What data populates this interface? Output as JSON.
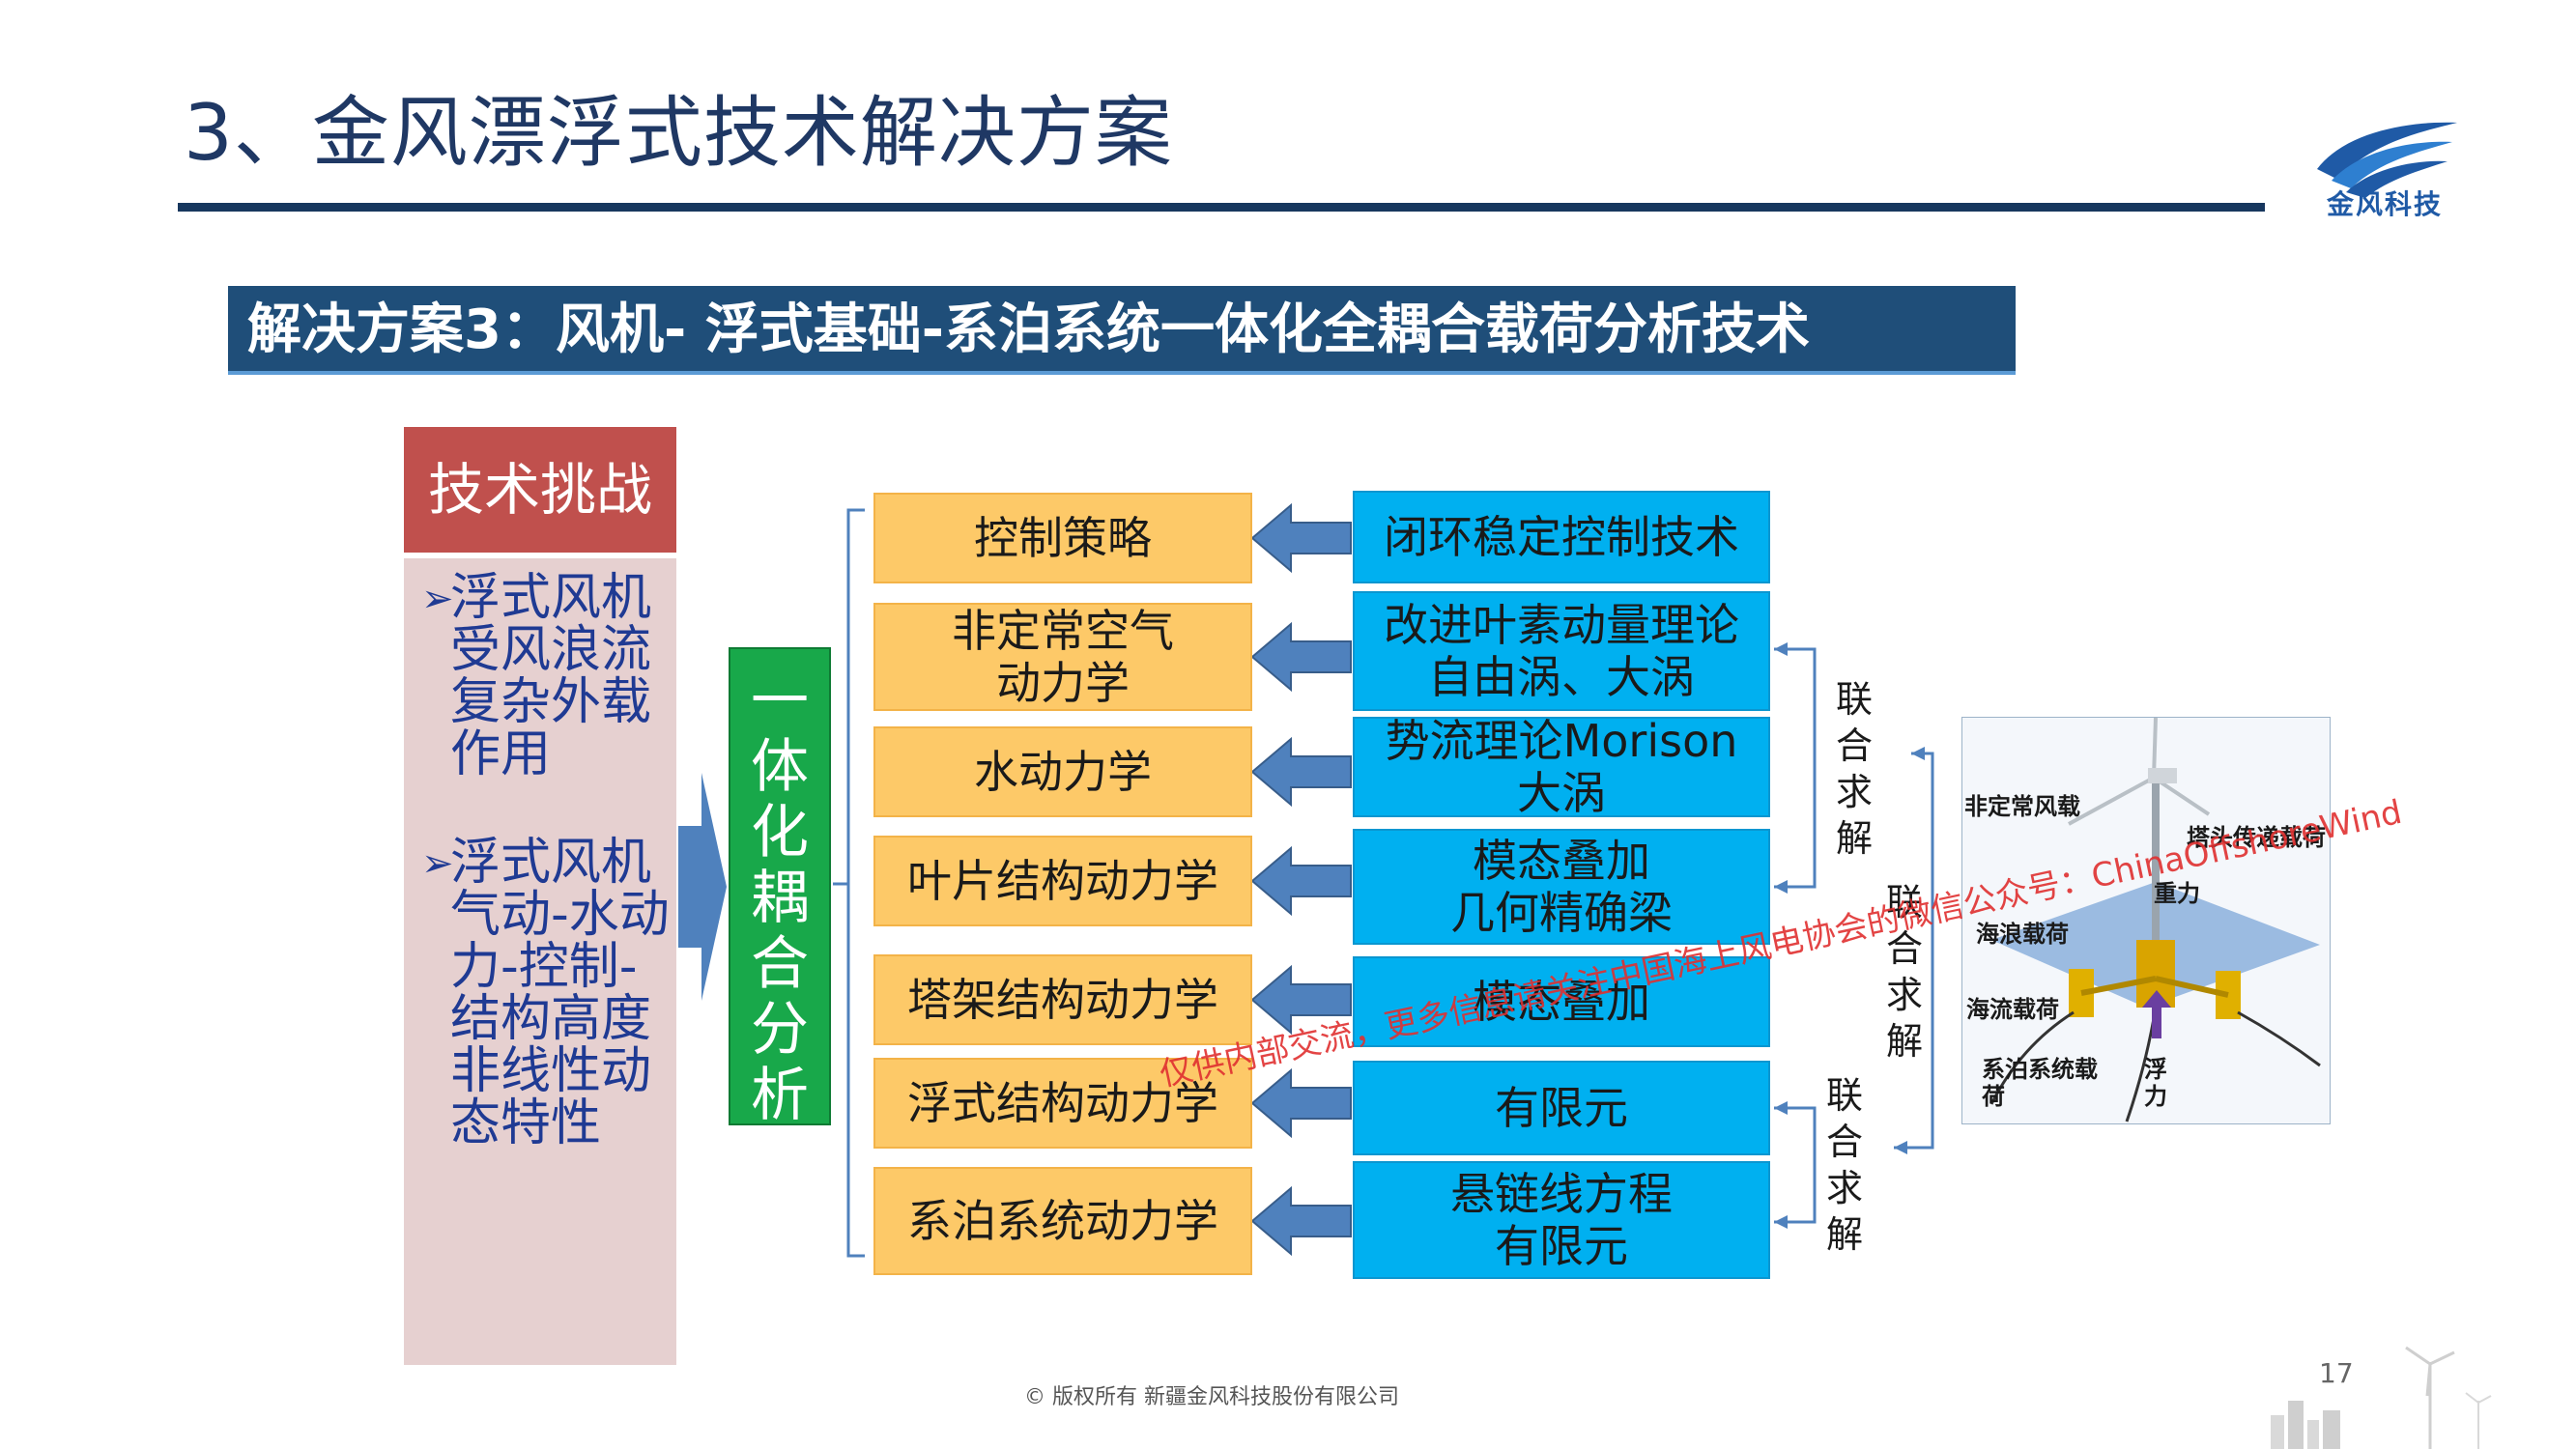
{
  "title": "3、金风漂浮式技术解决方案",
  "logo": {
    "text": "金风科技",
    "color": "#1f5aa6"
  },
  "banner": "解决方案3：风机- 浮式基础-系泊系统一体化全耦合载荷分析技术",
  "challenge": {
    "header": "技术挑战",
    "bullets": [
      "浮式风机受风浪流复杂外载作用",
      "浮式风机气动-水动力-控制-结构高度非线性动态特性"
    ]
  },
  "center": "一体化耦合分析",
  "rows": [
    {
      "left": "控制策略",
      "right": "闭环稳定控制技术"
    },
    {
      "left": "非定常空气\n动力学",
      "right": "改进叶素动量理论\n自由涡、大涡"
    },
    {
      "left": "水动力学",
      "right": "势流理论Morison\n大涡"
    },
    {
      "left": "叶片结构动力学",
      "right": "模态叠加\n几何精确梁"
    },
    {
      "left": "塔架结构动力学",
      "right": "模态叠加"
    },
    {
      "left": "浮式结构动力学",
      "right": "有限元"
    },
    {
      "left": "系泊系统动力学",
      "right": "悬链线方程\n有限元"
    }
  ],
  "joint_labels": [
    "联合求解",
    "联合求解",
    "联合求解"
  ],
  "photo_labels": [
    "非定常风载",
    "塔头传递载荷",
    "重力",
    "海浪载荷",
    "海流载荷",
    "系泊系统载荷",
    "浮力"
  ],
  "watermark": "仅供内部交流，更多信息请关注中国海上风电协会的微信公众号：ChinaOffshoreWind",
  "copyright": "© 版权所有  新疆金风科技股份有限公司",
  "page_number": "17",
  "colors": {
    "title": "#1f3864",
    "banner": "#1f4e79",
    "challenge_header": "#c0504d",
    "challenge_body": "#e6d0d0",
    "center": "#18a84a",
    "left_boxes": "#fdc968",
    "right_boxes": "#00b0f0",
    "arrows": "#4f81bd"
  }
}
